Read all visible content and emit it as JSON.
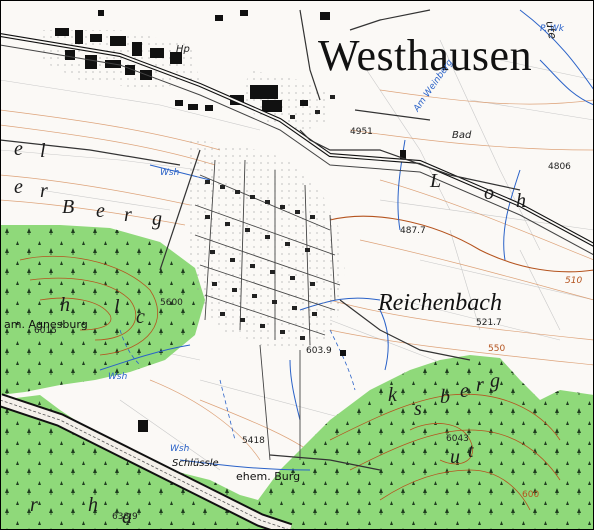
{
  "labels": {
    "town_main": "Westhausen",
    "town_sub": "Reichenbach",
    "forest_place": "am. Agnesburg",
    "castle": "ehem. Burg",
    "castle_locality": "Schlüssle",
    "hp": "Hp",
    "bad": "Bad",
    "wk": "P. Wk",
    "unterwasser": "Am Weinberg",
    "wsh": "Wsh",
    "wsh2": "Wsh",
    "wsh3": "Wsh"
  },
  "terrain_letters": {
    "berg_b": "B",
    "berg_e": "e",
    "berg_r": "r",
    "berg_g": "g",
    "loh_l": "L",
    "loh_o": "o",
    "loh_h": "h",
    "nel_e": "e",
    "nel_l": "l",
    "ner_e": "e",
    "ner_r": "r",
    "w_h": "h",
    "w_l": "l",
    "w_c": "c",
    "harb_r": "r",
    "harb_h": "h",
    "harb_a": "a",
    "ks_k": "k",
    "ks_s": "s",
    "ks_b": "b",
    "ks_e": "e",
    "ks_r": "r",
    "ks_g": "g",
    "ub_u": "u",
    "ub_t": "t",
    "ute": "ute"
  },
  "spot_heights": {
    "h1": "4951",
    "h2": "4806",
    "h3": "487.7",
    "h4": "521.7",
    "h5": "603.9",
    "h6": "5418",
    "h7": "6043",
    "h8": "6015",
    "h9": "5600",
    "h10": "638.9"
  },
  "contours": {
    "c1": "510",
    "c2": "550",
    "c3": "600"
  }
}
